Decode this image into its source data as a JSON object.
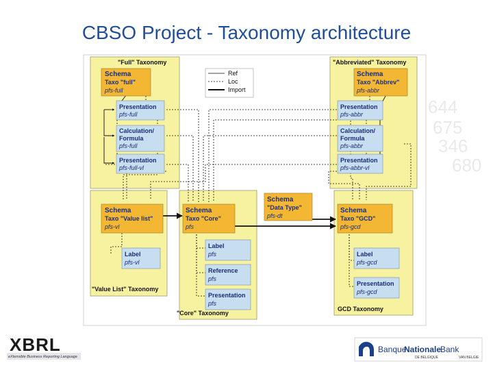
{
  "slide_title": "CBSO Project - Taxonomy architecture",
  "legend": {
    "ref": "Ref",
    "loc": "Loc",
    "import": "Import"
  },
  "taxonomies": {
    "full": "\"Full\" Taxonomy",
    "abbrev": "\"Abbreviated\" Taxonomy",
    "value_list": "\"Value List\" Taxonomy",
    "core": "\"Core\" Taxonomy",
    "gcd": "GCD Taxonomy"
  },
  "nodes": {
    "full_schema": {
      "l1": "Schema",
      "l2": "Taxo \"full\"",
      "l3": "pfs-full"
    },
    "full_pres": {
      "l1": "Presentation",
      "l2": "pfs-full"
    },
    "full_calc": {
      "l1": "Calculation/",
      "l2": "Formula",
      "l3": "pfs-full"
    },
    "full_pres_vl": {
      "l1": "Presentation",
      "l2": "pfs-full-vl"
    },
    "abbr_schema": {
      "l1": "Schema",
      "l2": "Taxo \"Abbrev\"",
      "l3": "pfs-abbr"
    },
    "abbr_pres": {
      "l1": "Presentation",
      "l2": "pfs-abbr"
    },
    "abbr_calc": {
      "l1": "Calculation/",
      "l2": "Formula",
      "l3": "pfs-abbr"
    },
    "abbr_pres_vl": {
      "l1": "Presentation",
      "l2": "pfs-abbr-vl"
    },
    "vl_schema": {
      "l1": "Schema",
      "l2": "Taxo \"Value list\"",
      "l3": "pfs-vl"
    },
    "vl_label": {
      "l1": "Label",
      "l2": "pfs-vl"
    },
    "core_schema": {
      "l1": "Schema",
      "l2": "Taxo \"Core\"",
      "l3": "pfs"
    },
    "core_label": {
      "l1": "Label",
      "l2": "pfs"
    },
    "core_ref": {
      "l1": "Reference",
      "l2": "pfs"
    },
    "core_pres": {
      "l1": "Presentation",
      "l2": "pfs"
    },
    "dt_schema": {
      "l1": "Schema",
      "l2": "\"Data Type\"",
      "l3": "pfs-dt"
    },
    "gcd_schema": {
      "l1": "Schema",
      "l2": "Taxo \"GCD\"",
      "l3": "pfs-gcd"
    },
    "gcd_label": {
      "l1": "Label",
      "l2": "pfs-gcd"
    },
    "gcd_pres": {
      "l1": "Presentation",
      "l2": "pfs-gcd"
    }
  },
  "logos": {
    "xbrl": "XBRL",
    "xbrl_tagline": "eXtensible Business Reporting Language",
    "nbb_name_1": "Banque",
    "nbb_name_2": "Nationale",
    "nbb_name_3": "Bank",
    "nbb_sub_left": "DE BELGIQUE",
    "nbb_sub_right": "VAN BELGIE"
  },
  "colors": {
    "title": "#1f4e9a",
    "panel_yellow": "#f7f2a0",
    "schema_orange": "#f3b733",
    "linkbase_blue": "#c7def0",
    "node_text": "#1a2e78"
  }
}
